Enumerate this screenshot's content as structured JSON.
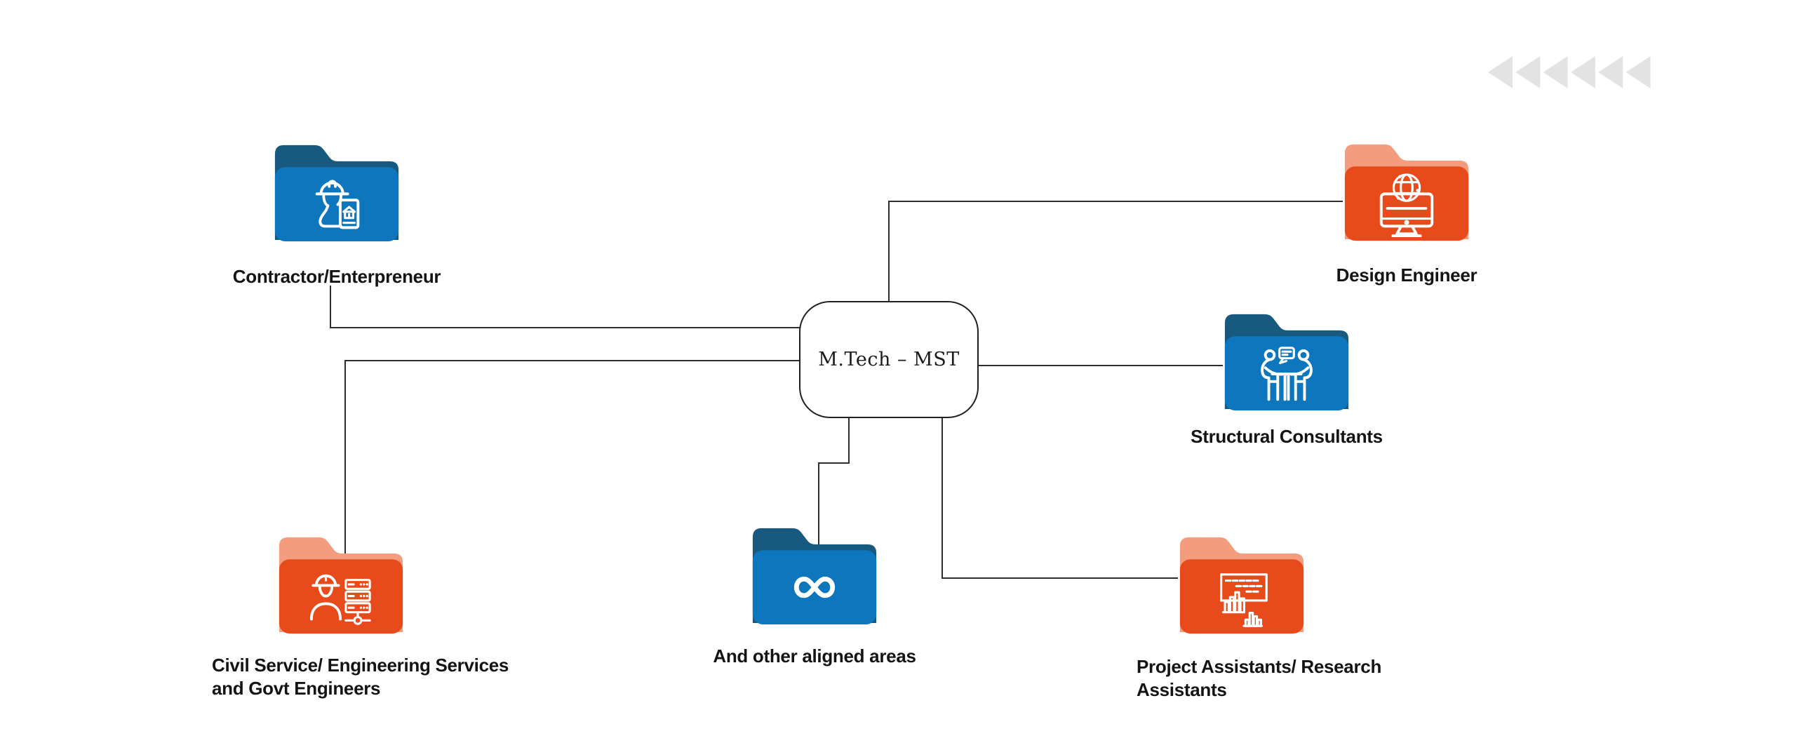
{
  "colors": {
    "background": "#ffffff",
    "folder-blue": "#0e76bc",
    "folder-blue-dark": "#17597f",
    "folder-orange": "#e74b1c",
    "folder-orange-light": "#f39c7e",
    "line": "#2d2d2d",
    "box-border": "#202020",
    "box-bg": "#ffffff",
    "text": "#141414",
    "chevron": "#e3e3e3"
  },
  "center": {
    "label": "M.Tech – MST"
  },
  "nodes": [
    {
      "id": "contractor",
      "palette": "blue",
      "icon": "engineer-document-icon",
      "label_lines": [
        "Contractor/Enterpreneur"
      ]
    },
    {
      "id": "design-engineer",
      "palette": "orange",
      "icon": "globe-monitor-icon",
      "label_lines": [
        "Design Engineer"
      ]
    },
    {
      "id": "structural-consultants",
      "palette": "blue",
      "icon": "consultation-icon",
      "label_lines": [
        "Structural Consultants"
      ]
    },
    {
      "id": "civil-service",
      "palette": "orange",
      "icon": "engineer-server-icon",
      "label_lines": [
        "Civil Service/ Engineering Services",
        "and Govt Engineers"
      ]
    },
    {
      "id": "aligned-areas",
      "palette": "blue",
      "icon": "infinity-icon",
      "label_lines": [
        "And other aligned areas"
      ]
    },
    {
      "id": "project-assistants",
      "palette": "orange",
      "icon": "charts-board-icon",
      "label_lines": [
        "Project Assistants/ Research",
        "Assistants"
      ]
    }
  ],
  "decoration": {
    "chevron_count": 6,
    "chevron_direction": "left"
  }
}
